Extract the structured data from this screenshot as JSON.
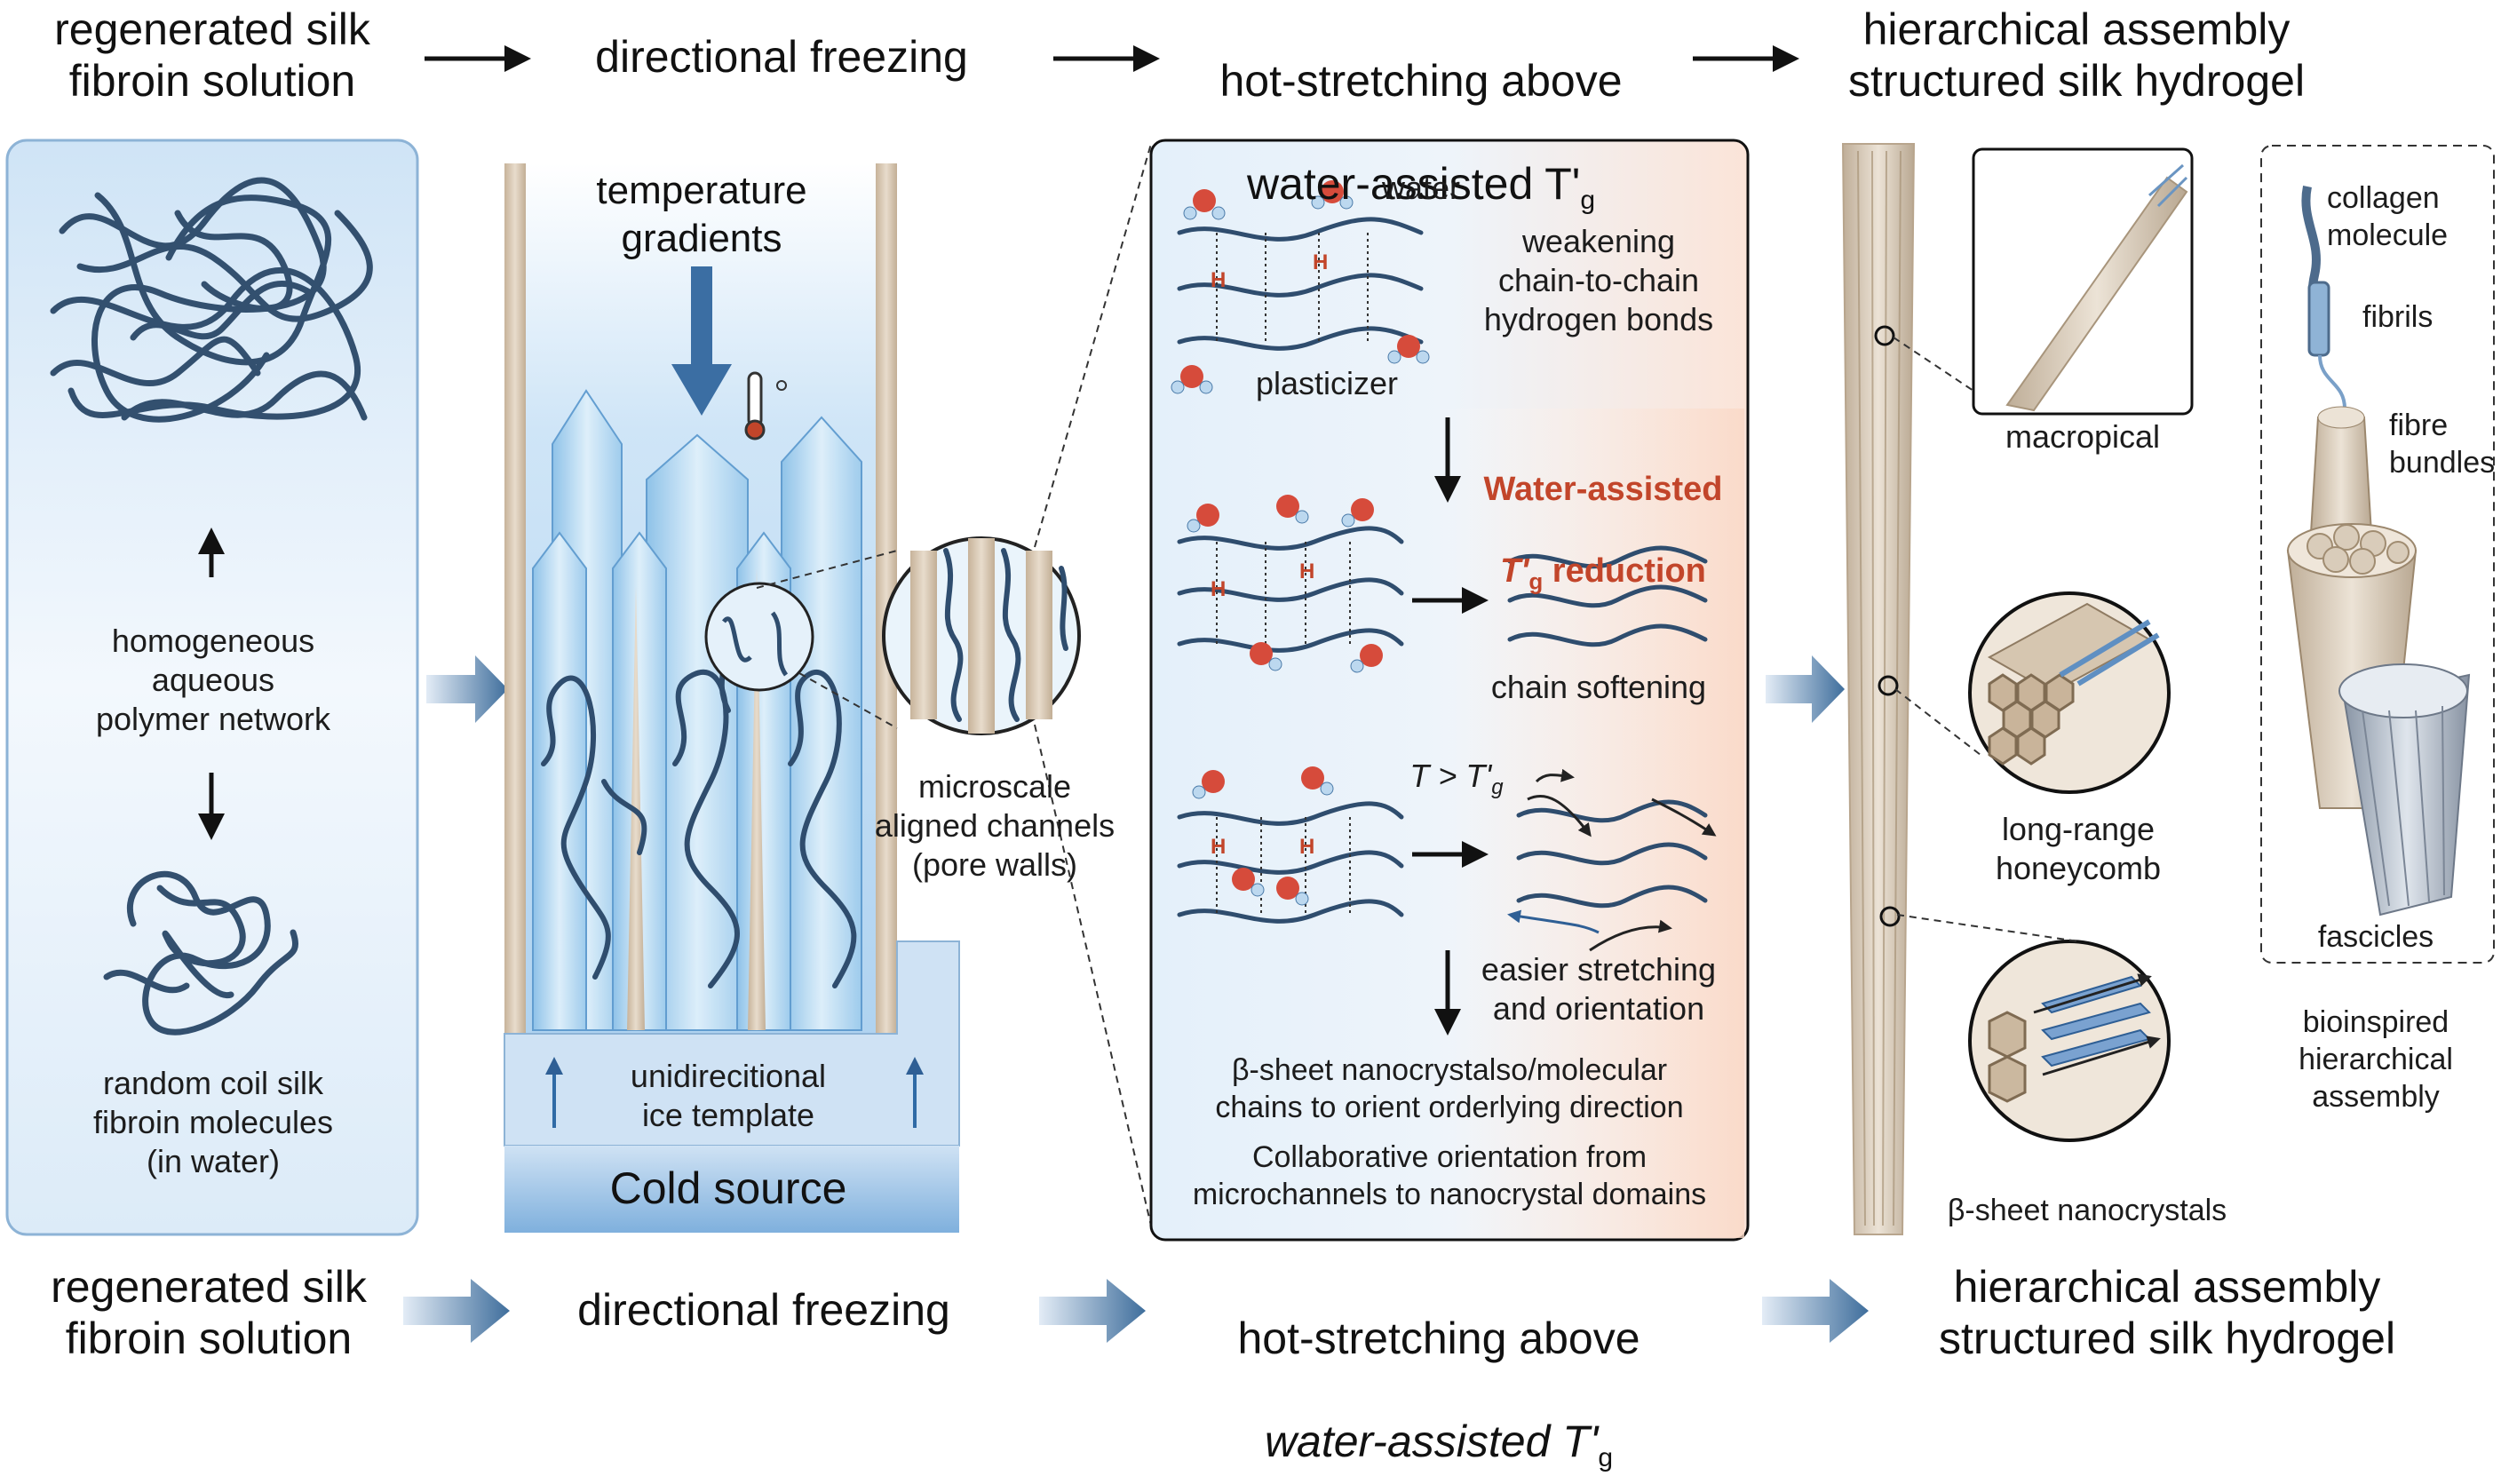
{
  "top_titles": {
    "solution": "regenerated silk\nfibroin solution",
    "freezing": "directional freezing",
    "hotstretch_line1": "hot-stretching above",
    "hotstretch_line2": "water-assisted T'",
    "hotstretch_sub": "g",
    "assembly": "hierarchical assembly\nstructured silk hydrogel"
  },
  "bottom_titles": {
    "solution": "regenerated silk\nfibroin solution",
    "freezing": "directional freezing",
    "hotstretch_line1": "hot-stretching above",
    "hotstretch_line2": "water-assisted T'",
    "hotstretch_sub": "g",
    "assembly": "hierarchical assembly\nstructured silk hydrogel"
  },
  "panel_solution": {
    "network_label": "homogeneous\naqueous\npolymer network",
    "coil_label": "random coil silk\nfibroin molecules\n(in water)"
  },
  "panel_freezing": {
    "gradient_label": "temperature\ngradients",
    "channels_label": "microscale\naligned channels\n(pore walls)",
    "template_label": "unidirecitional\nice template",
    "cold_label": "Cold source"
  },
  "panel_mechanism": {
    "water": "water",
    "plasticizer": "plasticizer",
    "hbond_label": "H",
    "weakening": "weakening\nchain-to-chain\nhydrogen bonds",
    "reduction_line1": "Water-assisted",
    "reduction_line2": "T'",
    "reduction_sub": "g",
    "reduction_line3": " reduction",
    "softening": "chain softening",
    "condition": "T > T'",
    "condition_sub": "g",
    "stretching": "easier stretching\nand orientation",
    "nanocrystal_text": "β-sheet nanocrystalso/molecular\nchains to orient orderlying direction",
    "collab_text": "Collaborative orientation from\nmicrochannels to nanocrystal domains"
  },
  "panel_hierarchy": {
    "macropical": "macropical",
    "honeycomb": "long-range\nhoneycomb",
    "nanocrystals": "β-sheet nanocrystals",
    "collagen": "collagen\nmolecule",
    "fibrils": "fibrils",
    "bundles": "fibre\nbundles",
    "fascicles": "fascicles",
    "bioinspired": "bioinspired\nhierarchical\nassembly"
  },
  "colors": {
    "chain": "#2f4d6e",
    "accent_red": "#c2452a",
    "ice": "#a9d3ef",
    "panel_blue": "#deedf9",
    "fibre_tan": "#cdbba4"
  }
}
